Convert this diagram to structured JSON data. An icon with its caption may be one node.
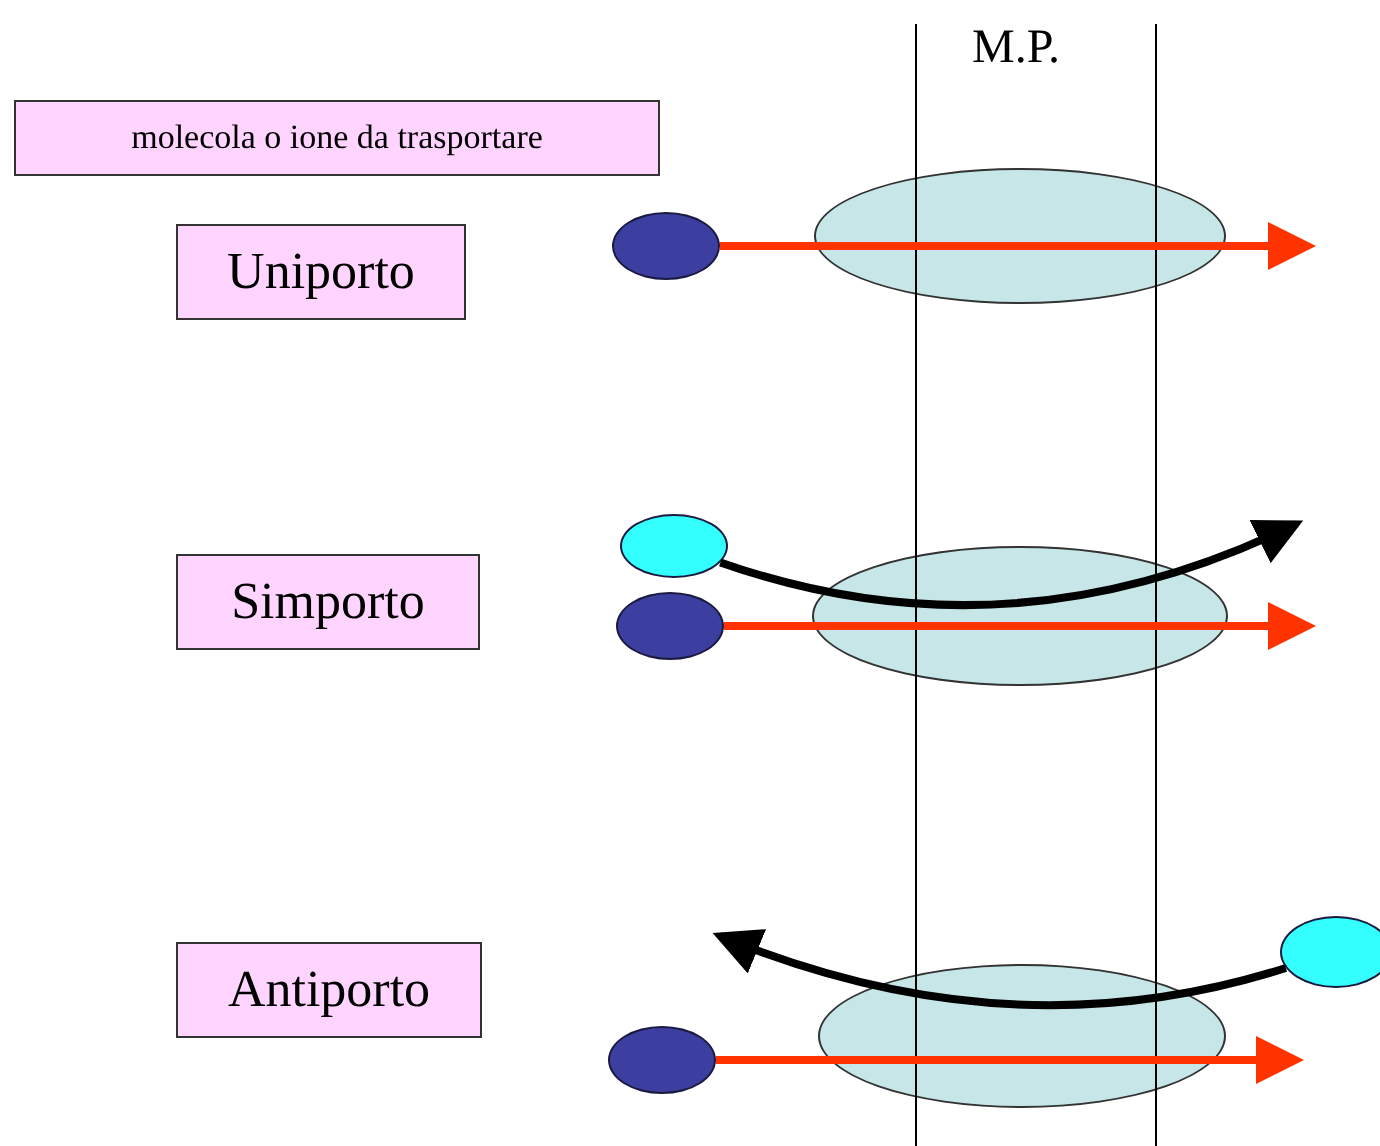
{
  "diagram": {
    "nodes": [
      {
        "text": [
          "molecola o ione da trasportare"
        ]
      },
      {
        "text": [
          "Uniporto"
        ]
      },
      {
        "text": [],
        "shape": "circle"
      },
      {
        "text": [],
        "shape": "ellipse"
      },
      {
        "text": [
          "Simporto"
        ]
      },
      {
        "text": [],
        "shape": "circle"
      },
      {
        "text": [],
        "shape": "circle"
      },
      {
        "text": [],
        "shape": "ellipse"
      },
      {
        "text": [
          "Antiporto"
        ]
      },
      {
        "text": [],
        "shape": "ellipse"
      },
      {
        "text": [],
        "shape": "circle"
      },
      {
        "text": [],
        "shape": "circle"
      }
    ],
    "edges": [
      {
        "from": 2,
        "to": null,
        "arrow": "to"
      },
      {
        "from": 5,
        "to": null,
        "arrow": "to",
        "color": "#000000"
      },
      {
        "from": 6,
        "to": null,
        "arrow": "to"
      },
      {
        "from": 10,
        "to": null,
        "arrow": "to",
        "color": "#000000"
      },
      {
        "from": 11,
        "to": null,
        "arrow": "to"
      }
    ],
    "labels": [
      "M.P."
    ]
  }
}
